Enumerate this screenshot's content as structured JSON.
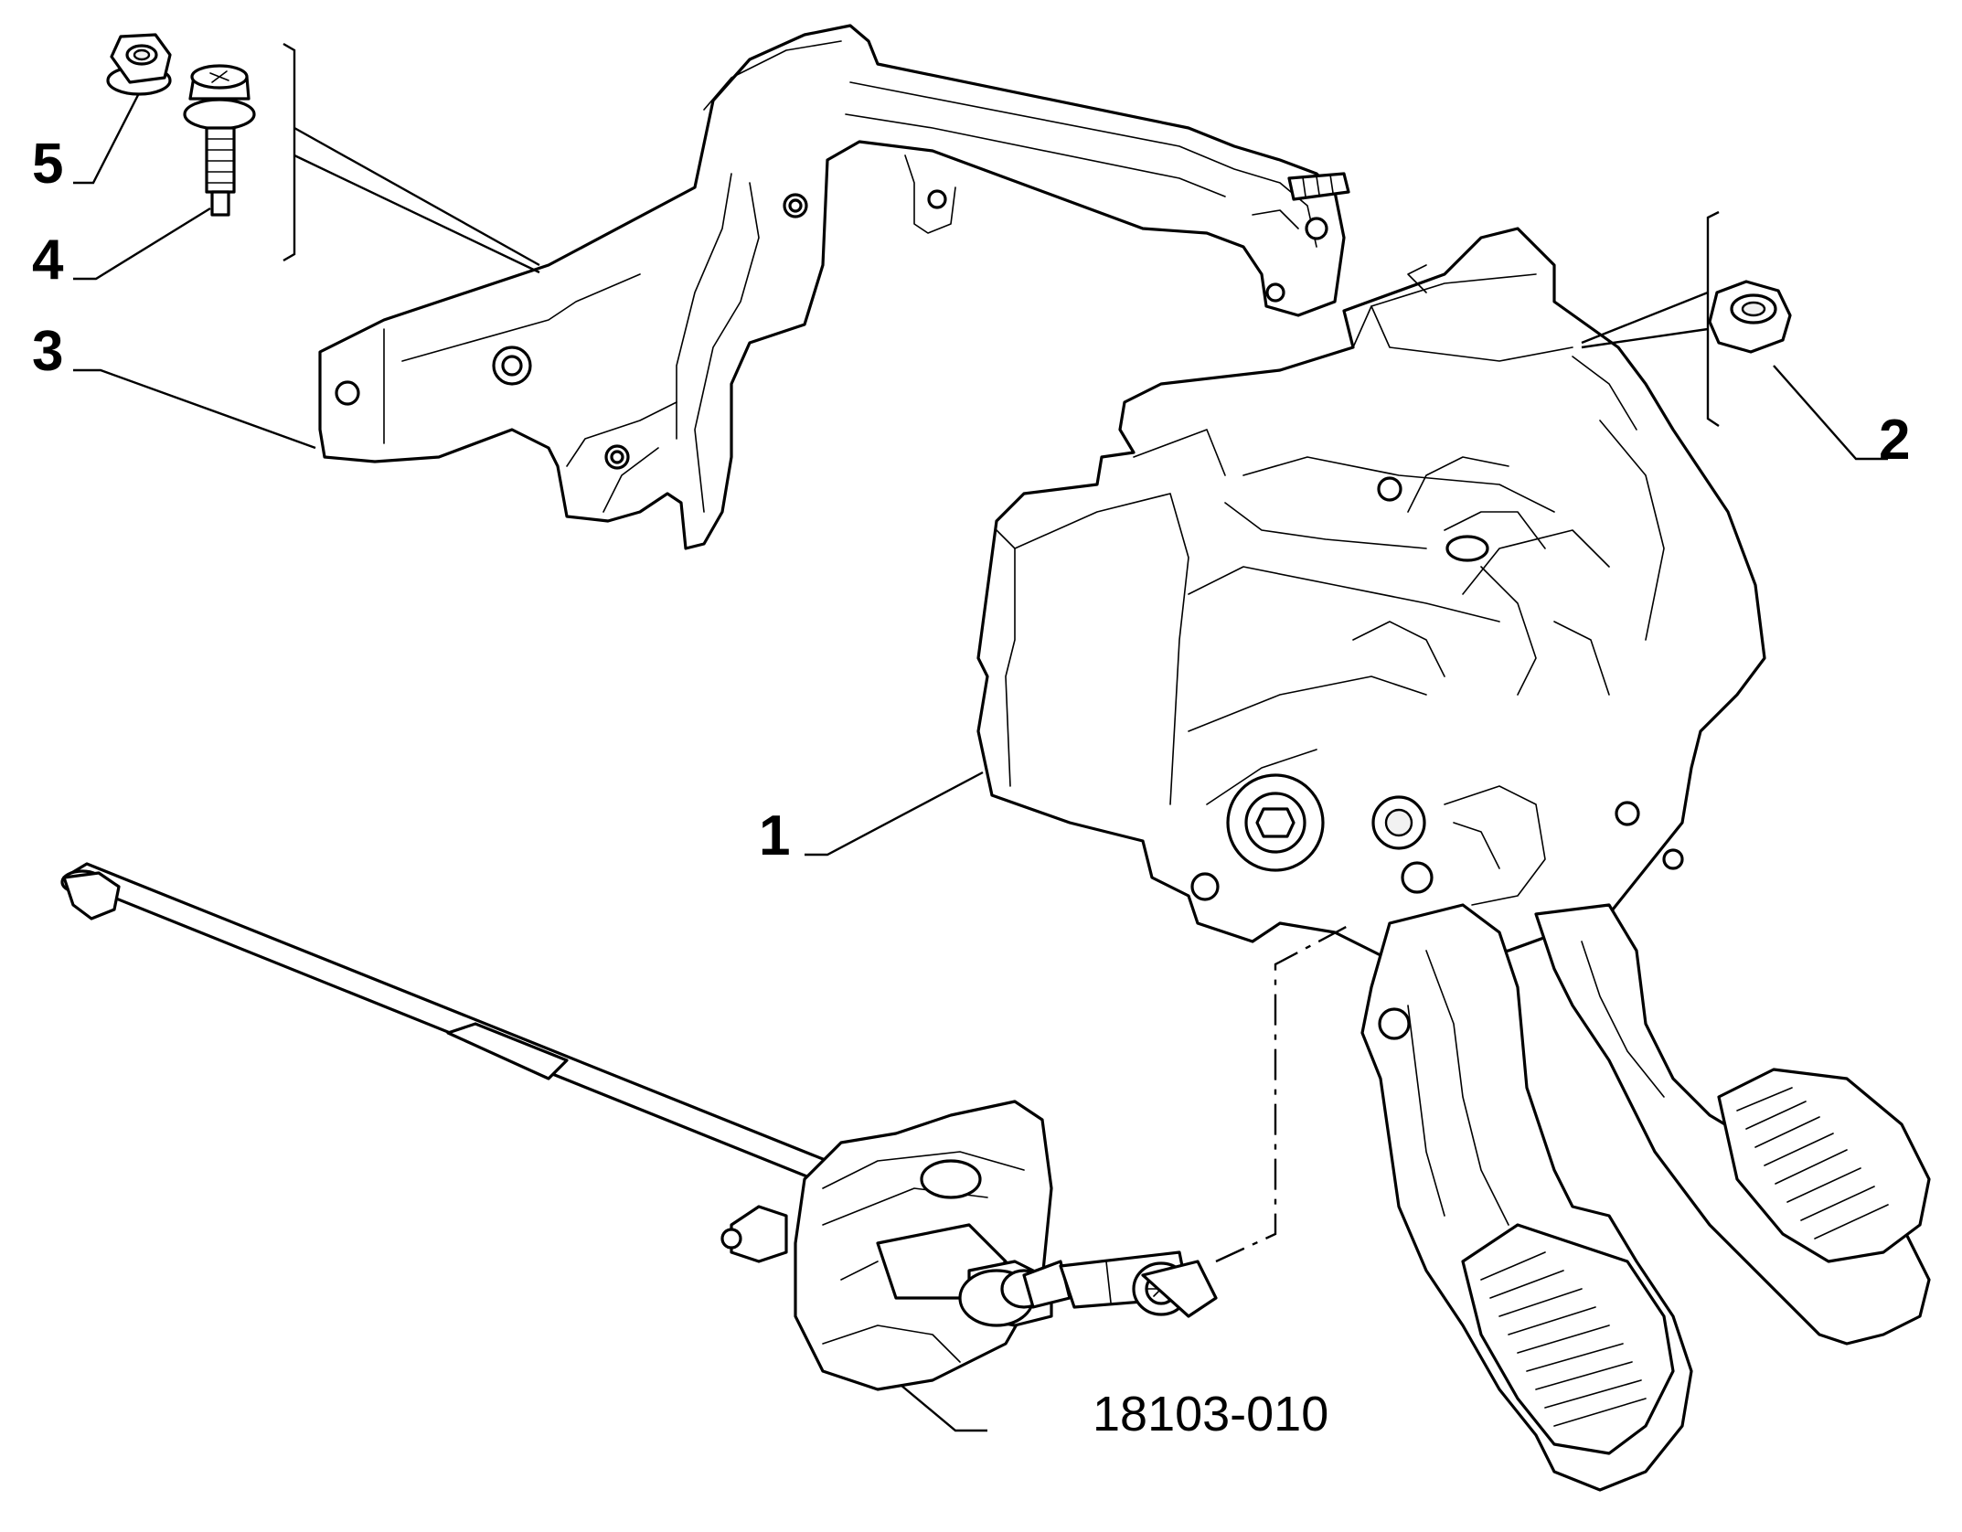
{
  "callouts": {
    "c1": "1",
    "c2": "2",
    "c3": "3",
    "c4": "4",
    "c5": "5"
  },
  "reference": {
    "code": "18103-010"
  },
  "parts": [
    {
      "label": "1",
      "icon": "pedal-box-assembly"
    },
    {
      "label": "2",
      "icon": "flange-nut"
    },
    {
      "label": "3",
      "icon": "support-bracket"
    },
    {
      "label": "4",
      "icon": "flange-screw"
    },
    {
      "label": "5",
      "icon": "flange-nut"
    },
    {
      "label": "18103-010",
      "icon": "clutch-master-cylinder"
    }
  ]
}
